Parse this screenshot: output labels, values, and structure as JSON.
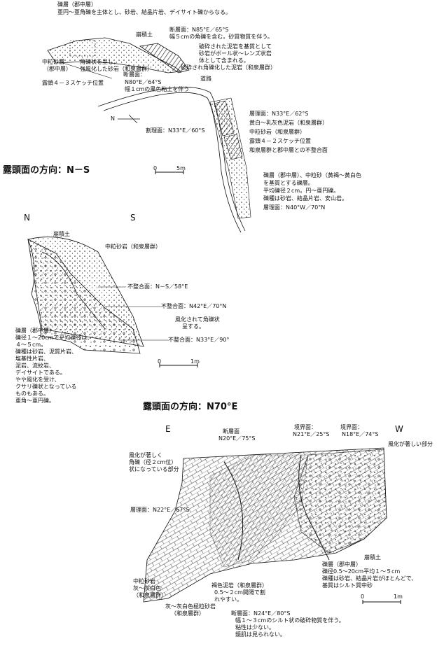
{
  "sketch1": {
    "direction_title": "露頭面の方向：N－S",
    "labels": {
      "gravel_head": "礫層（郡中層）",
      "gravel_desc": "亜円～亜角礫を主体とし、砂岩、結晶片岩、デイサイト礫からなる。",
      "colluvium": "崩積土",
      "fault_a1": "断層面：N85°E／65°S",
      "fault_a2": "幅５cmの角礫を含む。砂質物質を伴う。",
      "crushed1": "破砕された泥岩を基質として",
      "crushed2": "砂岩がボール状～レンズ状岩",
      "crushed3": "体として含まれる。",
      "sand_gunchu1": "中粒砂層",
      "sand_gunchu2": "（郡中層）",
      "breccia1": "角礫状を呈し，",
      "breccia2": "強風化した砂岩（和泉層群）",
      "crushed_mud": "破砕され角礫化した泥岩（和泉層群）",
      "fault_b": "断層面：",
      "road": "道路",
      "sketch_loc_43": "露頭４－３スケッチ位置",
      "fault_b_strike": "N80°E／64°S",
      "fault_b_clay": "幅１cmの黒色粘土を伴う",
      "bedding": "層理面：N33°E／62°S",
      "yellow_mud1": "黄白～乳灰色泥岩（和泉層群）",
      "yellow_sand": "中粒砂岩（和泉層群）",
      "sketch_loc_42": "露頭４－２スケッチ位置",
      "unconf": "和泉層群と郡中層との不整合面",
      "joint": "割理面：N33°E／60°S",
      "north_mark": "N",
      "scale_0": "0",
      "scale_5m": "5m",
      "g_r1": "礫層（郡中層）、中粒砂（黄褐～黄白色",
      "g_r2": "を基質とする礫層。",
      "g_r3": "平均礫径２cm。円～亜円礫。",
      "g_r4": "礫種は砂岩、結晶片岩、安山岩。",
      "g_r5": "層理面：N40°W／70°N"
    }
  },
  "sketch2": {
    "dir_n": "N",
    "dir_s": "S",
    "direction_title": "露頭面の方向：N70°E",
    "labels": {
      "colluvium": "崩積土",
      "sand": "中粒砂岩（和泉層群）",
      "unconf1": "不整合面：N－S／58°E",
      "unconf2": "不整合面：N42°E／70°N",
      "weathered1": "風化されて角礫状",
      "weathered2": "呈する。",
      "unconf3": "不整合面：N33°E／90°",
      "gl1": "礫層（郡中層）",
      "gl2": "礫径１～20cmで平均礫径は、",
      "gl3": "４～５cm。",
      "gl4": "礫種は砂岩、泥質片岩、",
      "gl5": "塩基性片岩、",
      "gl6": "泥岩、流紋岩、",
      "gl7": "デイサイトである。",
      "gl8": "やや風化を受け、",
      "gl9": "クサリ礫状となっている",
      "gl10": "ものもある。",
      "gl11": "亜角～亜円礫。",
      "scale_0": "0",
      "scale_1m": "1m"
    }
  },
  "sketch3": {
    "dir_e": "E",
    "dir_w": "W",
    "labels": {
      "fault1a": "断層面",
      "fault1b": "N20°E／75°S",
      "bound1a": "境界面：",
      "bound1b": "N21°E／25°S",
      "bound2a": "境界面：",
      "bound2b": "N18°E／74°S",
      "strong_w": "風化が著しい部分",
      "left_w1": "風化が著しく",
      "left_w2": "角礫（径２cm位）",
      "left_w3": "状になっている部分",
      "bedding": "層理面：N22°E／67°S",
      "gravel1": "礫層（郡中層）",
      "gravel2": "礫径0.5～20cm平均１～５cm",
      "gravel3": "礫種は砂岩、結晶片岩がほとんどで、",
      "gravel4": "基質はシルト質中砂",
      "colluvium": "崩積土",
      "sand1": "中粒砂岩",
      "sand2": "灰～灰白色",
      "sand3": "（和泉層群）",
      "mud1": "褐色泥岩（和泉層群）",
      "mud2": "0.5～２cm間隔で割",
      "mud3": "れやすい。",
      "fine1": "灰～灰白色極粒砂岩",
      "fine2": "（和泉層群）",
      "fault2a": "断層面：N24°E／80°S",
      "fault2b": "幅１～３cmのシルト状の破砕物質を伴う。",
      "fault2c": "粘性は少ない。",
      "fault2d": "鏡肌は見られない。",
      "scale_0": "0",
      "scale_1m": "1m"
    }
  }
}
